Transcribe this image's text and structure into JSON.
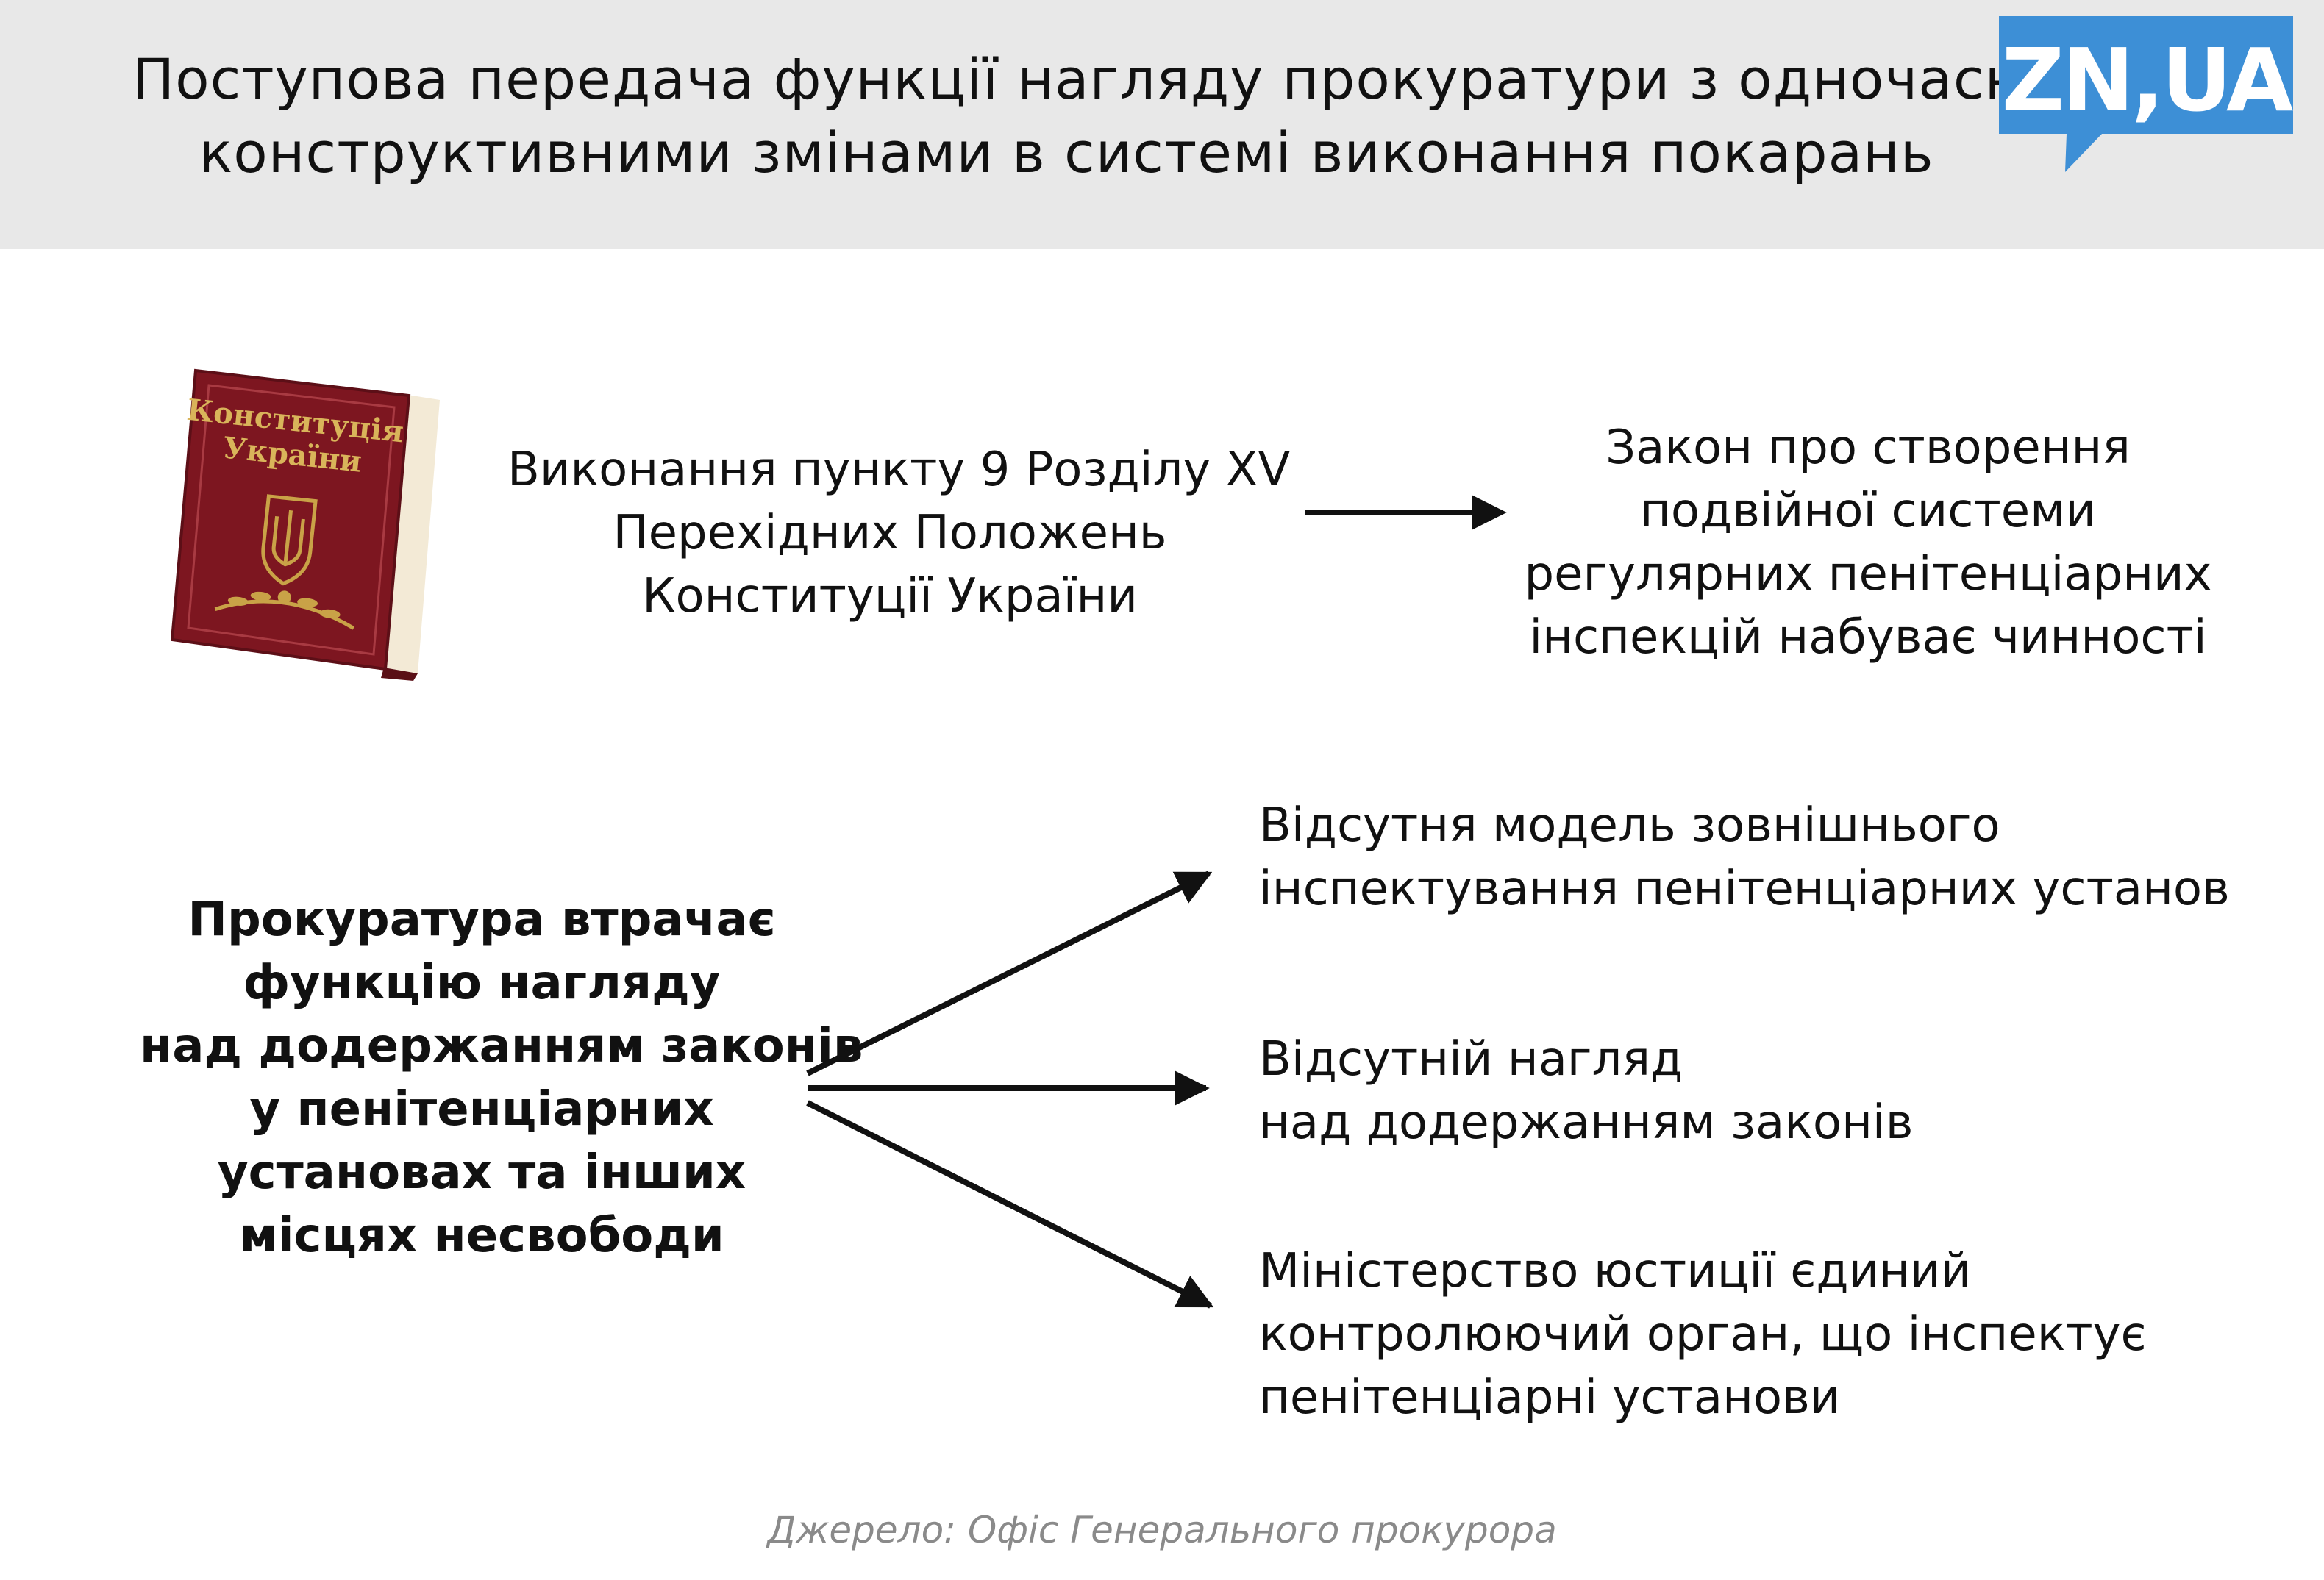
{
  "header": {
    "title_line1": "Поступова передача функції нагляду прокуратури з одночасними",
    "title_line2": "конструктивними змінами в системі виконання покарань",
    "logo_text": "ZN,UA",
    "logo_color": "#3d8fd6"
  },
  "book": {
    "title_line1": "Конституція",
    "title_line2": "України",
    "cover_color": "#7d1620",
    "emblem_color": "#c9a247"
  },
  "top_row": {
    "source_lines": [
      "Виконання пункту 9 Розділу XV",
      "Перехідних Положень",
      "Конституції України"
    ],
    "result_lines": [
      "Закон про створення",
      "подвійної системи",
      "регулярних пенітенціарних",
      "інспекцій набуває чинності"
    ]
  },
  "bottom_row": {
    "source_lines": [
      "Прокуратура втрачає",
      "функцію нагляду",
      "над додержанням законів",
      "у пенітенціарних",
      "установах та інших",
      "місцях несвободи"
    ],
    "outcome1_lines": [
      "Відсутня модель зовнішнього",
      "інспектування пенітенціарних установ"
    ],
    "outcome2_lines": [
      "Відсутній нагляд",
      "над додержанням законів"
    ],
    "outcome3_lines": [
      "Міністерство юстиції єдиний",
      "контролюючий орган, що інспектує",
      "пенітенціарні установи"
    ]
  },
  "footer": {
    "source": "Джерело: Офіс Генерального прокурора"
  }
}
